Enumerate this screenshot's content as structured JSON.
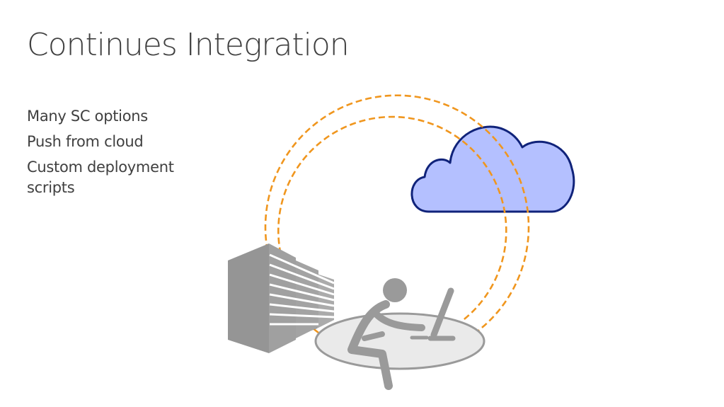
{
  "slide": {
    "title": "Continues Integration",
    "bullets": [
      "Many SC options",
      "Push from cloud",
      "Custom deployment scripts"
    ]
  },
  "diagram": {
    "icons": [
      "server-rack-icon",
      "cloud-icon",
      "developer-at-desk-icon"
    ],
    "colors": {
      "loop_dash": "#f0961e",
      "cloud_fill": "#b4c0ff",
      "cloud_stroke": "#10237a",
      "server_gray": "#959595",
      "person_gray": "#9a9a9a",
      "desk_fill": "#eaeaea"
    }
  }
}
